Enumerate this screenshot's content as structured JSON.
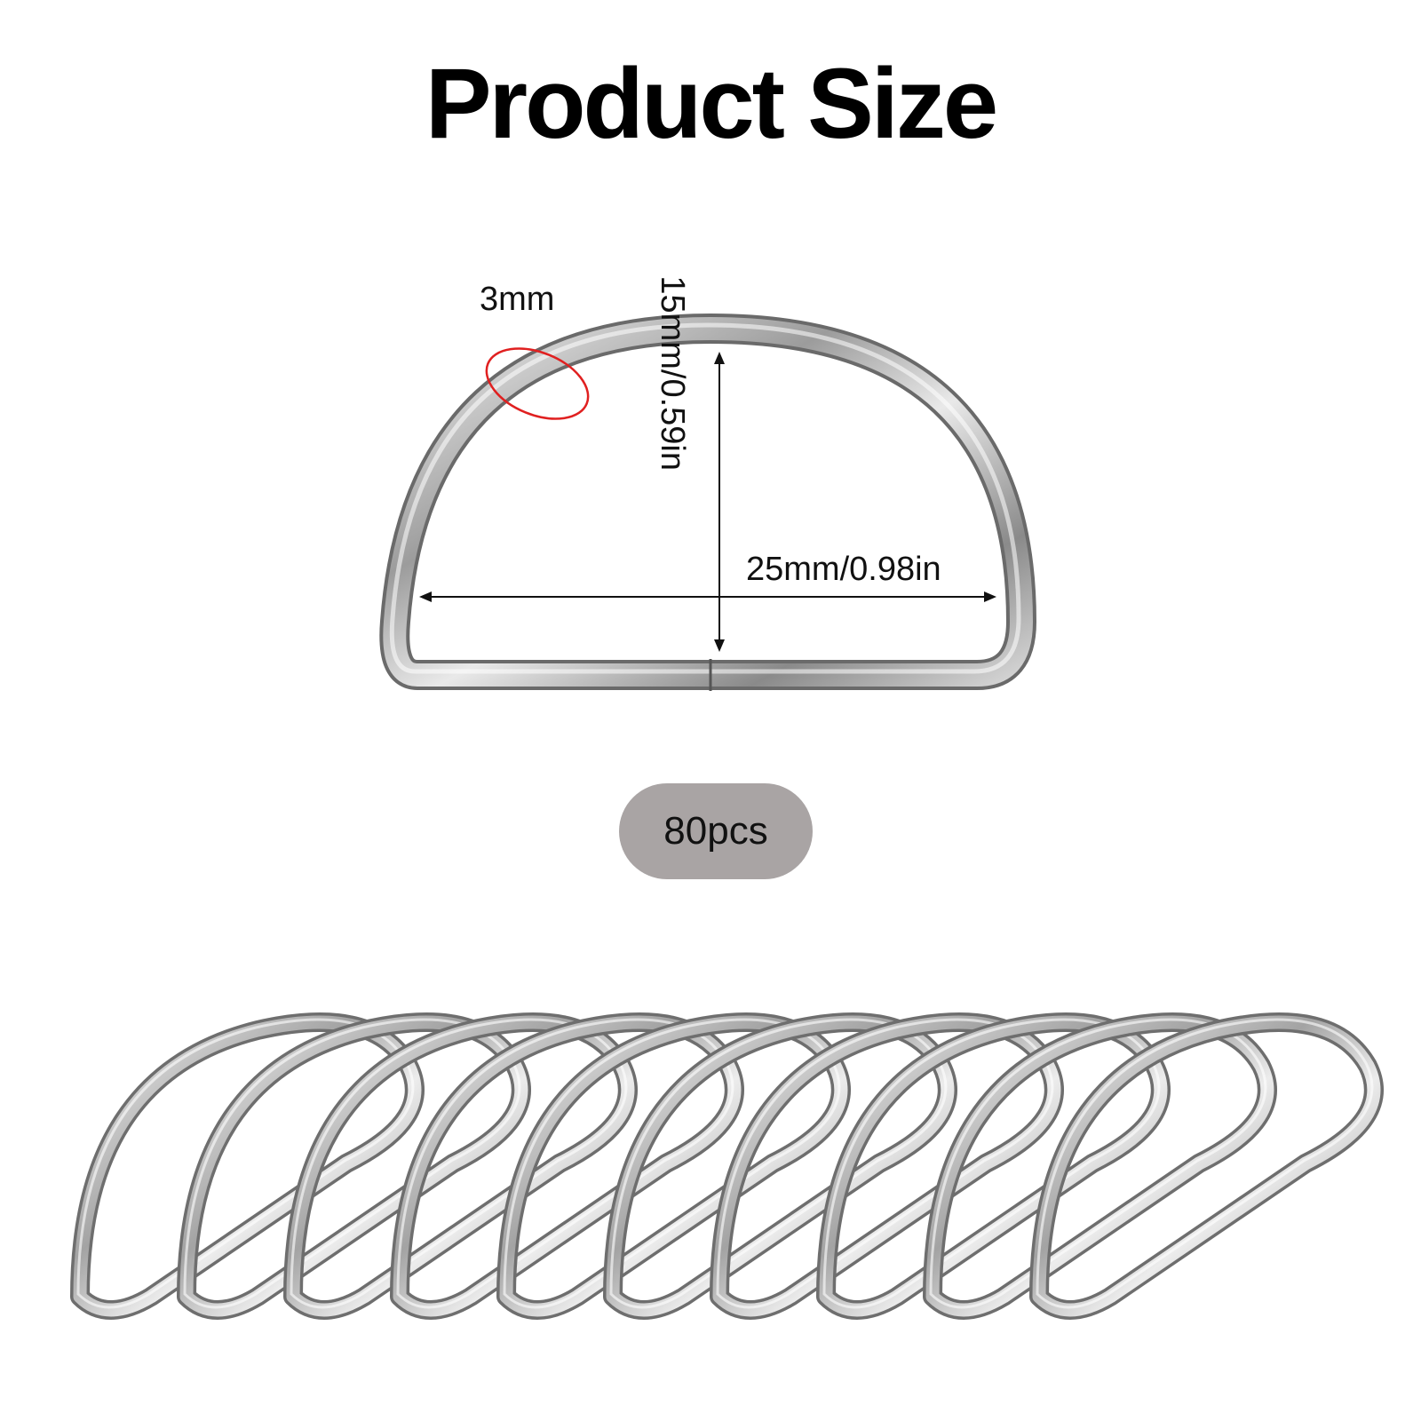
{
  "title": "Product Size",
  "dimensions": {
    "thickness": "3mm",
    "height": "15mm/0.59in",
    "width": "25mm/0.98in"
  },
  "quantity": "80pcs",
  "ring_count_shown": 10,
  "colors": {
    "metal_light": "#f4f4f4",
    "metal_mid": "#b9b9b9",
    "metal_dark": "#6f6f6f",
    "highlight_circle": "#e02020",
    "badge": "#a9a4a4"
  }
}
